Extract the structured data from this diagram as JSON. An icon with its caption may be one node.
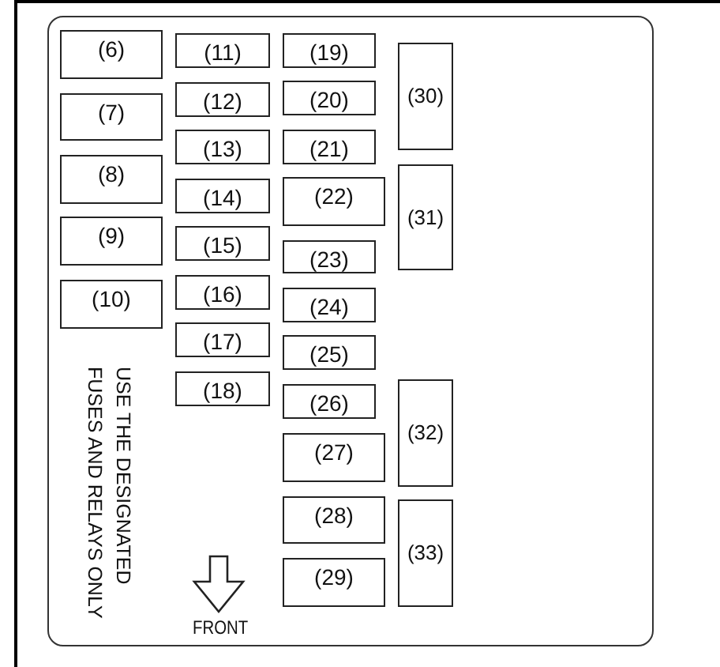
{
  "diagram": {
    "nodes": [
      {
        "text": [
          "(6)"
        ]
      },
      {
        "text": [
          "(7)"
        ]
      },
      {
        "text": [
          "(8)"
        ]
      },
      {
        "text": [
          "(9)"
        ]
      },
      {
        "text": [
          "(10)"
        ]
      },
      {
        "text": [
          "(11)"
        ]
      },
      {
        "text": [
          "(12)"
        ]
      },
      {
        "text": [
          "(13)"
        ]
      },
      {
        "text": [
          "(14)"
        ]
      },
      {
        "text": [
          "(15)"
        ]
      },
      {
        "text": [
          "(16)"
        ]
      },
      {
        "text": [
          "(17)"
        ]
      },
      {
        "text": [
          "(18)"
        ]
      },
      {
        "text": [
          "(19)"
        ]
      },
      {
        "text": [
          "(20)"
        ]
      },
      {
        "text": [
          "(21)"
        ]
      },
      {
        "text": [
          "(22)"
        ]
      },
      {
        "text": [
          "(23)"
        ]
      },
      {
        "text": [
          "(24)"
        ]
      },
      {
        "text": [
          "(25)"
        ]
      },
      {
        "text": [
          "(26)"
        ]
      },
      {
        "text": [
          "(27)"
        ]
      },
      {
        "text": [
          "(28)"
        ]
      },
      {
        "text": [
          "(29)"
        ]
      },
      {
        "text": [
          "(30)"
        ]
      },
      {
        "text": [
          "(31)"
        ]
      },
      {
        "text": [
          "(32)"
        ]
      },
      {
        "text": [
          "(33)"
        ]
      }
    ],
    "labels": [
      "USE THE DESIGNATED FUSES AND RELAYS ONLY",
      "FRONT"
    ]
  }
}
